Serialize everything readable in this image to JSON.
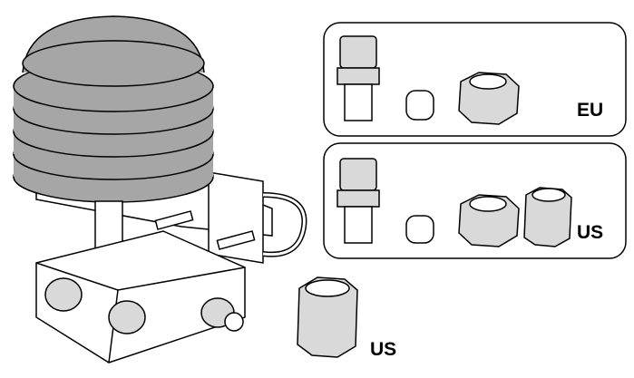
{
  "kits": [
    {
      "label": "EU"
    },
    {
      "label": "US"
    }
  ],
  "loose_part": {
    "label": "US"
  },
  "colors": {
    "line": "#000000",
    "shield": "#a6a6a6",
    "part": "#d9d9d9"
  }
}
